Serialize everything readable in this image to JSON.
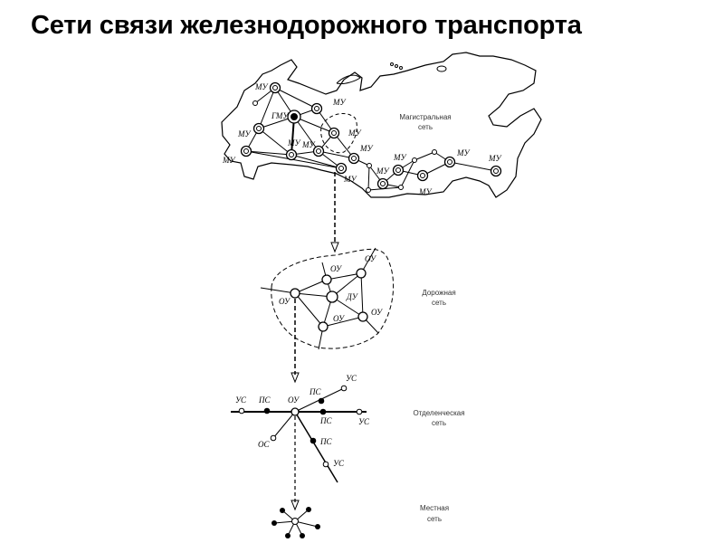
{
  "title": "Сети связи железнодорожного транспорта",
  "levels": [
    {
      "name": "Магистральная",
      "suffix": "сеть"
    },
    {
      "name": "Дорожная",
      "suffix": "сеть"
    },
    {
      "name": "Отделенческая",
      "suffix": "сеть"
    },
    {
      "name": "Местная",
      "suffix": "сеть"
    }
  ],
  "labels": {
    "main_hub": "ГМУ",
    "trunk_node": "МУ",
    "road_hub": "ДУ",
    "division_node": "ОУ",
    "intermediate_station": "ПС",
    "hub_station": "УС",
    "terminal_station": "ОС"
  }
}
